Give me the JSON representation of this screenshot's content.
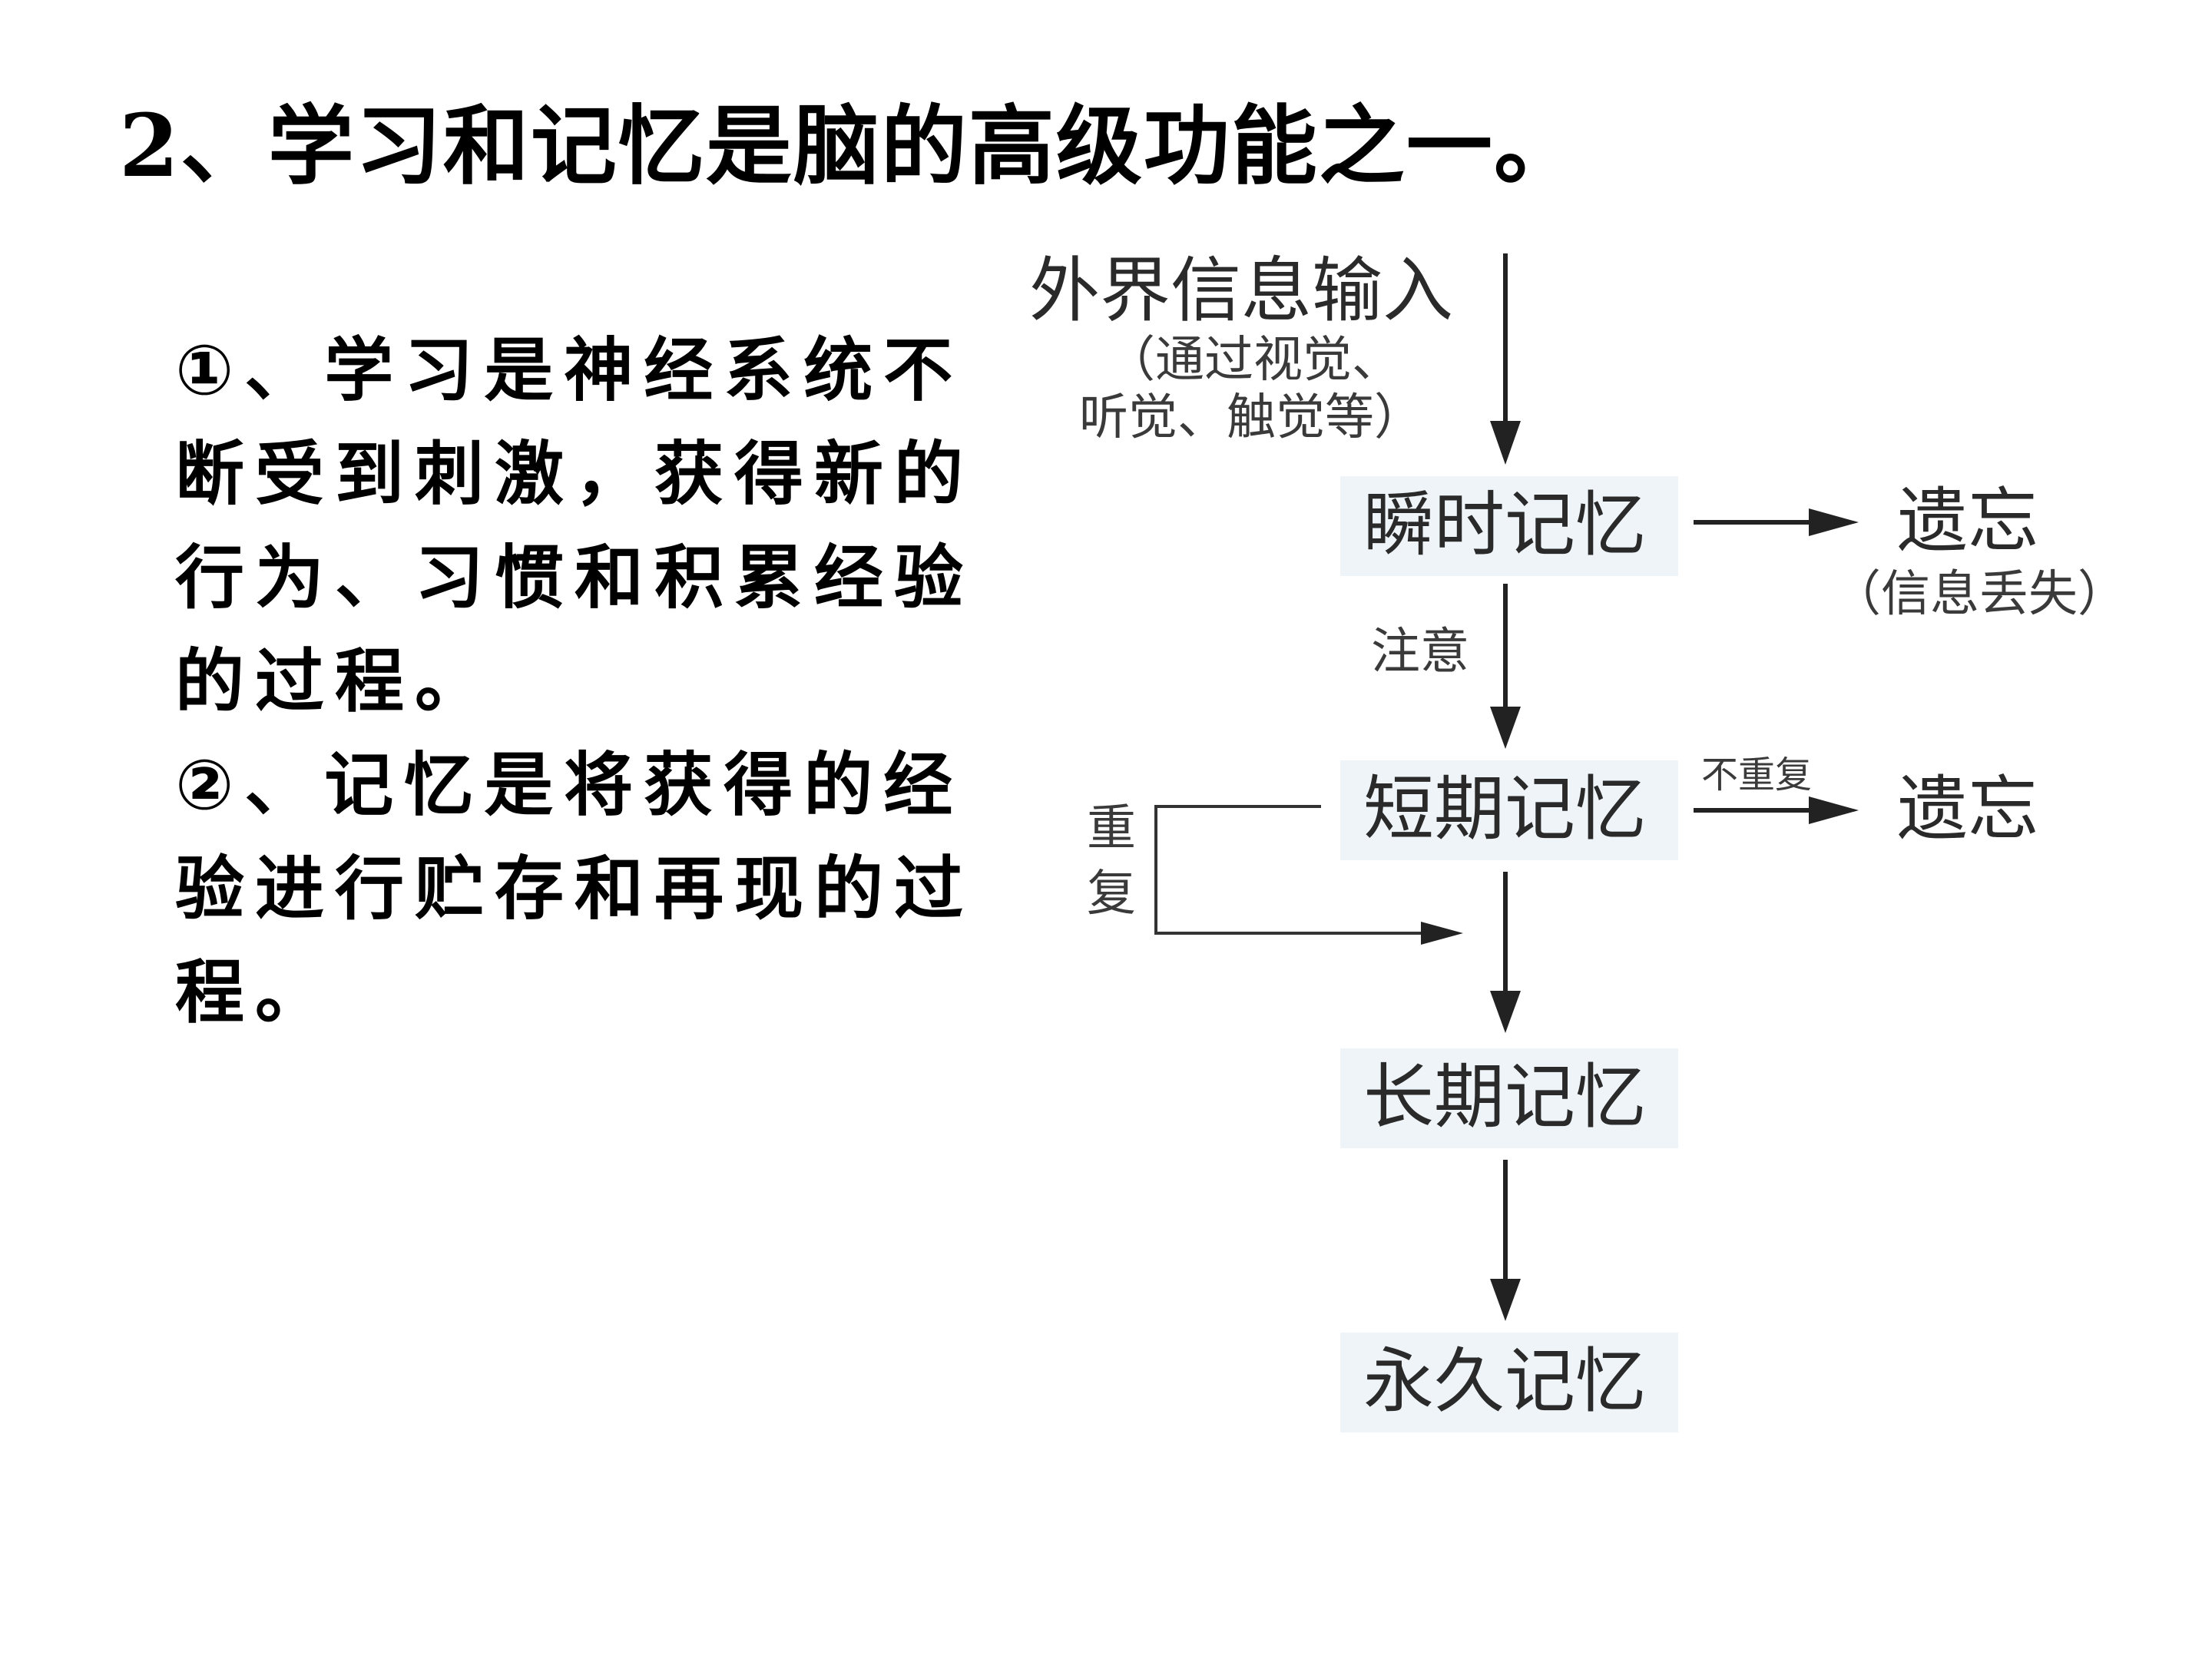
{
  "title": "2、学习和记忆是脑的高级功能之一。",
  "paragraphs": [
    "①、学习是神经系统不断受到刺激，获得新的行为、习惯和积累经验的过程。",
    "②、记忆是将获得的经验进行贮存和再现的过程。"
  ],
  "diagram": {
    "input_label": "外界信息输入",
    "input_note_line1": "（通过视觉、",
    "input_note_line2": "听觉、触觉等）",
    "nodes": {
      "sensory": "瞬时记忆",
      "short_term": "短期记忆",
      "long_term": "长期记忆",
      "permanent": "永久记忆"
    },
    "forget_1": "遗忘",
    "forget_1_note": "（信息丢失）",
    "forget_2": "遗忘",
    "attention_label": "注意",
    "no_repeat_label": "不重复",
    "repeat_label_line1": "重",
    "repeat_label_line2": "复"
  }
}
